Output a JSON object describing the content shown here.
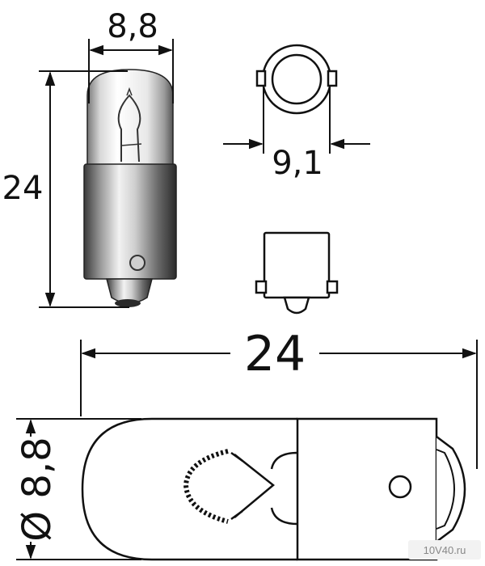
{
  "dimensions": {
    "top_width": "8,8",
    "top_height": "24",
    "base_width": "9,1",
    "side_length": "24",
    "side_diameter": "Ø 8,8"
  },
  "watermark": "10V40.ru",
  "colors": {
    "line": "#111111",
    "background": "#ffffff"
  }
}
